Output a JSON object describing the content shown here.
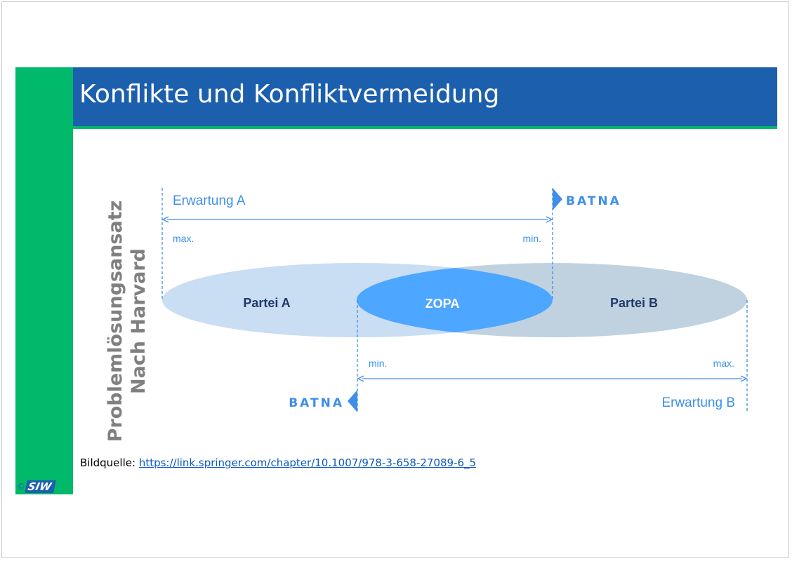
{
  "slide": {
    "title": "Konflikte und Konfliktvermeidung",
    "vertical_label_line1": "Problemlösungsansatz",
    "vertical_label_line2": "Nach Harvard",
    "source_label": "Bildquelle:",
    "source_link": "https://link.springer.com/chapter/10.1007/978-3-658-27089-6_5",
    "logo_copyright": "©",
    "logo_text": "SIW"
  },
  "diagram": {
    "expectation_a": "Erwartung A",
    "expectation_b": "Erwartung B",
    "batna_top": "BATNA",
    "batna_bottom": "BATNA",
    "max_a": "max.",
    "min_a": "min.",
    "min_b": "min.",
    "max_b": "max.",
    "party_a": "Partei A",
    "party_b": "Partei B",
    "zopa": "ZOPA"
  },
  "colors": {
    "title_bar": "#1c5fad",
    "accent_green": "#00b96b",
    "arrow_blue": "#3d8fe8",
    "ellipse_a": "#c4daf2",
    "ellipse_b": "#c0d2e0",
    "zopa": "#4da6ff",
    "party_text": "#1f3a68",
    "vertical_label": "#808080"
  }
}
